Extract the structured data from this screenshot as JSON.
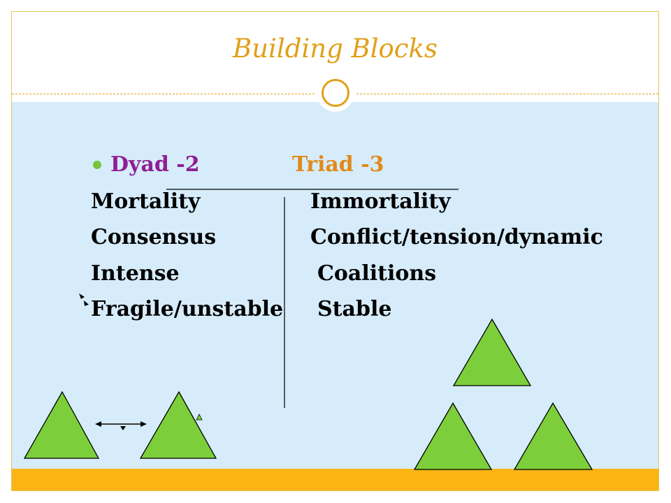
{
  "slide": {
    "title": "Building Blocks",
    "headings": {
      "dyad": "Dyad -2",
      "triad": "Triad -3"
    },
    "rows": [
      {
        "left": "Mortality",
        "right": "Immortality"
      },
      {
        "left": "Consensus",
        "right": "Conflict/tension/dynamic"
      },
      {
        "left": "Intense",
        "right": "Coalitions"
      },
      {
        "left": "Fragile/unstable",
        "right": "Stable"
      }
    ]
  },
  "colors": {
    "accent": "#e0a019",
    "footer": "#fbb414",
    "panel": "#d6ecfa",
    "dyad": "#8f1f95",
    "triad": "#e08a1a",
    "triangle": "#7ccf3a"
  }
}
